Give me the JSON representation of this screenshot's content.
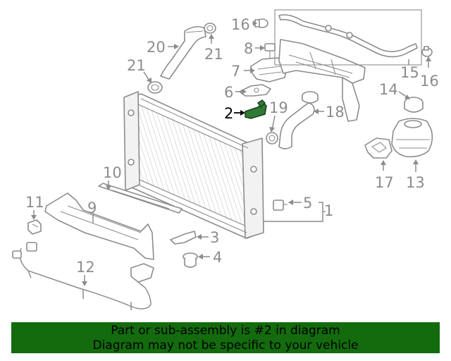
{
  "callouts": {
    "c1": "1",
    "c2": "2",
    "c3": "3",
    "c4": "4",
    "c5": "5",
    "c6": "6",
    "c7": "7",
    "c8": "8",
    "c9": "9",
    "c10": "10",
    "c11": "11",
    "c12": "12",
    "c13": "13",
    "c14": "14",
    "c15": "15",
    "c16a": "16",
    "c16b": "16",
    "c17": "17",
    "c18": "18",
    "c19": "19",
    "c20": "20",
    "c21a": "21",
    "c21b": "21"
  },
  "highlighted_part": "2",
  "colors": {
    "line_gray": "#8c8c8c",
    "highlight_green": "#2f7a35",
    "banner_green": "#136b0e"
  },
  "banner": {
    "line1": "Part or sub-assembly is #2 in diagram",
    "line2": "Diagram may not be specific to your vehicle"
  }
}
